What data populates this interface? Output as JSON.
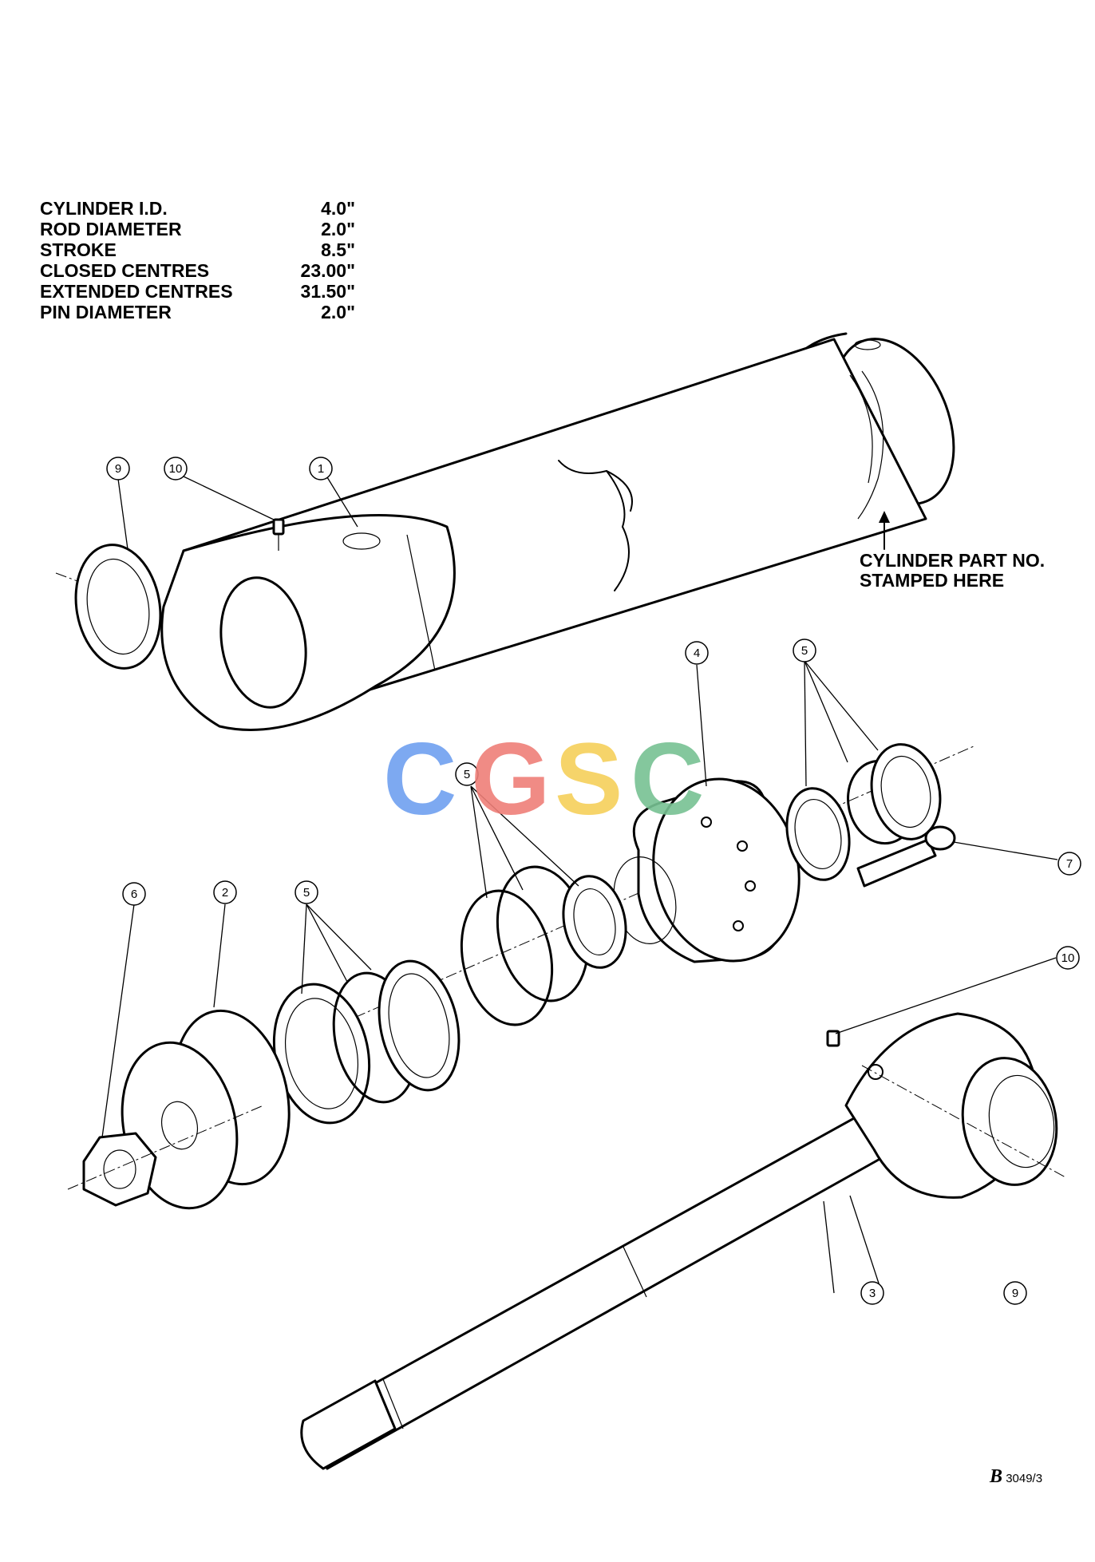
{
  "specs": [
    {
      "label": "CYLINDER I.D.",
      "value": "4.0\""
    },
    {
      "label": "ROD DIAMETER",
      "value": "2.0\""
    },
    {
      "label": "STROKE",
      "value": "8.5\""
    },
    {
      "label": "CLOSED CENTRES",
      "value": "23.00\""
    },
    {
      "label": "EXTENDED CENTRES",
      "value": "31.50\""
    },
    {
      "label": "PIN DIAMETER",
      "value": "2.0\""
    }
  ],
  "stamp_note": {
    "line1": "CYLINDER PART NO.",
    "line2": "STAMPED HERE"
  },
  "watermark": {
    "letters": [
      "C",
      "G",
      "S",
      "C"
    ],
    "colors": [
      "#6fa0f0",
      "#ef7f78",
      "#f6d05a",
      "#77c293"
    ]
  },
  "callouts": {
    "barrel": "1",
    "piston": "2",
    "rod": "3",
    "gland": "4",
    "seal_kit_a": "5",
    "seal_kit_b": "5",
    "seal_kit_c": "5",
    "nut": "6",
    "bolt": "7",
    "bush_top": "9",
    "bush_bottom": "9",
    "grease_top": "10",
    "grease_bottom": "10"
  },
  "reference": {
    "glyph": "B",
    "number": "3049/3"
  }
}
